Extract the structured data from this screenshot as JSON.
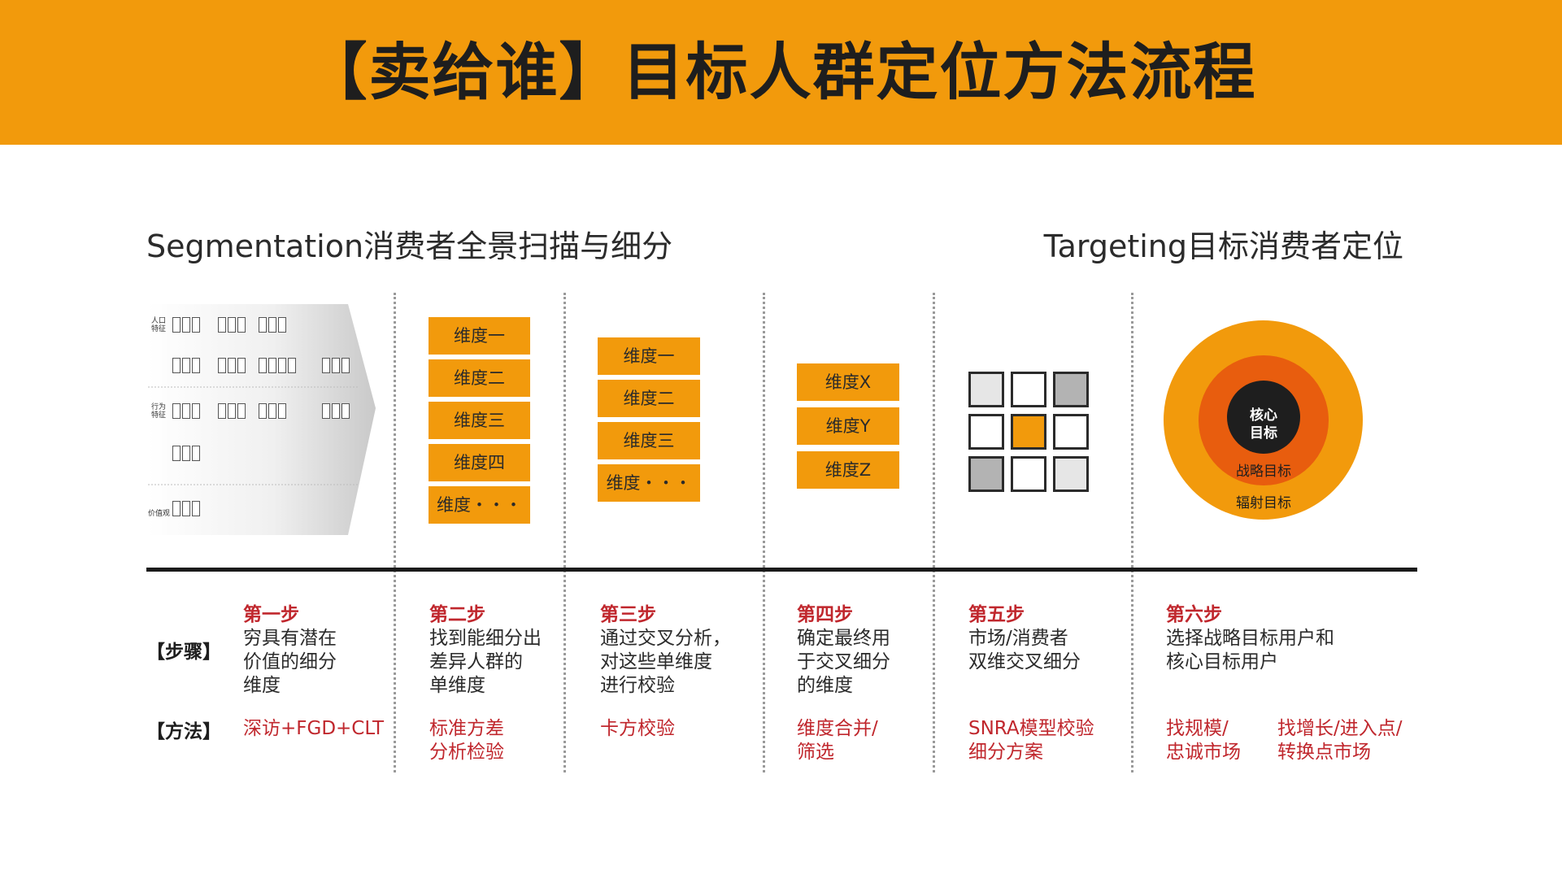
{
  "title": "【卖给谁】目标人群定位方法流程",
  "headings": {
    "left": "Segmentation消费者全景扫描与细分",
    "right": "Targeting目标消费者定位"
  },
  "colors": {
    "accent": "#f29a0c",
    "red_text": "#c0272d",
    "deep_orange": "#e85d0e",
    "dark": "#1e1e1e"
  },
  "segment_graphic": {
    "row_labels": [
      "人口\n特征",
      "行为\n特征",
      "价值观"
    ]
  },
  "col2_pills": [
    "维度一",
    "维度二",
    "维度三",
    "维度四",
    "维度・・・"
  ],
  "col3_pills": [
    "维度一",
    "维度二",
    "维度三",
    "维度・・・"
  ],
  "col4_pills": [
    "维度X",
    "维度Y",
    "维度Z"
  ],
  "grid_cells": [
    "light",
    "white",
    "gray",
    "white",
    "orange",
    "white",
    "gray",
    "white",
    "light"
  ],
  "target_circle": {
    "core_line1": "核心",
    "core_line2": "目标",
    "middle": "战略目标",
    "outer": "辐射目标"
  },
  "row_labels": {
    "steps": "【步骤】",
    "methods": "【方法】"
  },
  "steps": [
    {
      "title": "第一步",
      "desc": "穷具有潜在\n价值的细分\n维度",
      "method": "深访+FGD+CLT"
    },
    {
      "title": "第二步",
      "desc": "找到能细分出\n差异人群的\n单维度",
      "method": "标准方差\n分析检验"
    },
    {
      "title": "第三步",
      "desc": "通过交叉分析，\n对这些单维度\n进行校验",
      "method": "卡方校验"
    },
    {
      "title": "第四步",
      "desc": "确定最终用\n于交叉细分\n的维度",
      "method": "维度合并/\n筛选"
    },
    {
      "title": "第五步",
      "desc": "市场/消费者\n双维交叉细分",
      "method": "SNRA模型校验\n细分方案"
    },
    {
      "title": "第六步",
      "desc": "选择战略目标用户和\n核心目标用户",
      "method": "找规模/\n忠诚市场",
      "method2": "找增长/进入点/\n转换点市场"
    }
  ]
}
